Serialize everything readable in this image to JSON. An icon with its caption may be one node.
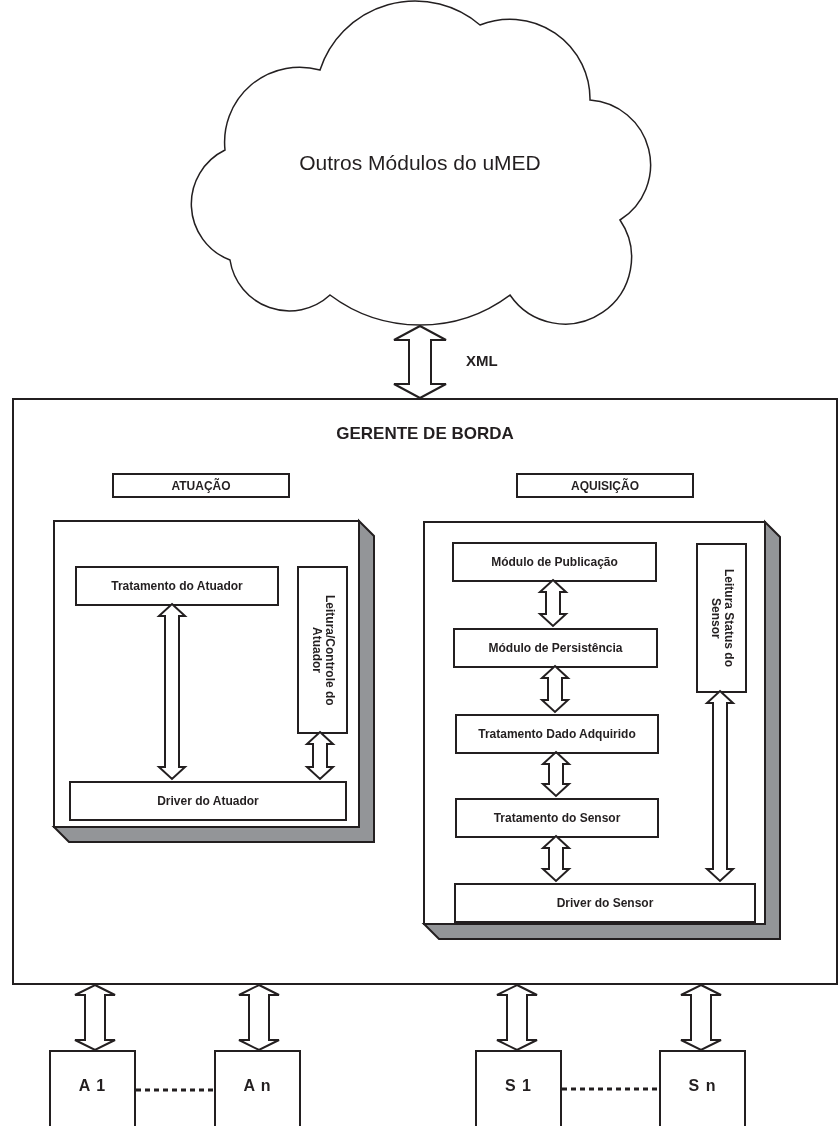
{
  "diagram": {
    "nodes": [
      {
        "text": [
          "Outros Módulos do uMED"
        ]
      },
      {
        "text": [
          "GERENTE DE BORDA"
        ]
      },
      {
        "text": [
          "ATUAÇÃO"
        ],
        "in": 1
      },
      {
        "text": [
          "AQUISIÇÃO"
        ],
        "in": 1
      },
      {
        "text": [],
        "shape": "box",
        "in": 1
      },
      {
        "text": [
          "Tratamento do Atuador"
        ],
        "in": 4
      },
      {
        "text": [
          "Leitura/Controle do Atuador"
        ],
        "in": 4
      },
      {
        "text": [
          "Driver do Atuador"
        ],
        "in": 4
      },
      {
        "text": [],
        "shape": "box",
        "in": 1
      },
      {
        "text": [
          "Módulo de Publicação"
        ],
        "in": 8
      },
      {
        "text": [
          "Módulo de Persistência"
        ],
        "in": 8
      },
      {
        "text": [
          "Tratamento Dado Adquirido"
        ],
        "in": 8
      },
      {
        "text": [
          "Tratamento do Sensor"
        ],
        "in": 8
      },
      {
        "text": [
          "Leitura Status do Sensor"
        ],
        "in": 8
      },
      {
        "text": [
          "Driver do Sensor"
        ],
        "in": 8
      },
      {
        "text": [
          "A 1"
        ]
      },
      {
        "text": [
          "A n"
        ]
      },
      {
        "text": [
          "S 1"
        ]
      },
      {
        "text": [
          "S n"
        ]
      }
    ],
    "edges": [
      {
        "from": 0,
        "to": 1,
        "arrow": "both",
        "label": "XML"
      },
      {
        "from": 5,
        "to": 7,
        "arrow": "both"
      },
      {
        "from": 6,
        "to": 7,
        "arrow": "both"
      },
      {
        "from": 9,
        "to": 10,
        "arrow": "both"
      },
      {
        "from": 10,
        "to": 11,
        "arrow": "both"
      },
      {
        "from": 11,
        "to": 12,
        "arrow": "both"
      },
      {
        "from": 12,
        "to": 14,
        "arrow": "both"
      },
      {
        "from": 13,
        "to": 14,
        "arrow": "both"
      },
      {
        "from": 1,
        "to": 15,
        "arrow": "both"
      },
      {
        "from": 1,
        "to": 16,
        "arrow": "both"
      },
      {
        "from": 1,
        "to": 17,
        "arrow": "both"
      },
      {
        "from": 1,
        "to": 18,
        "arrow": "both"
      },
      {
        "from": 15,
        "to": 16,
        "arrow": "none",
        "style": "dashed"
      },
      {
        "from": 17,
        "to": 18,
        "arrow": "none",
        "style": "dashed"
      }
    ]
  }
}
